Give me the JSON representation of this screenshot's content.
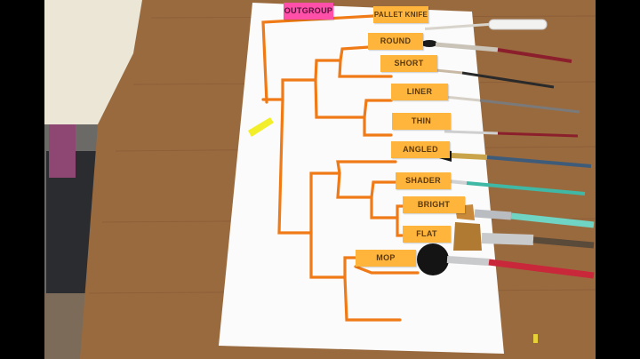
{
  "colors": {
    "letterbox": "#000000",
    "table": "#9a6a3f",
    "paper": "#ffffff",
    "tree_line": "#f07a16",
    "label_orange": "#ffb43c",
    "label_pink": "#ff4fa8",
    "sticky_yellow": "#f2ef2a",
    "wall": "#e9e4d4"
  },
  "outgroup_label": "OUTGROUP",
  "brush_labels": [
    {
      "id": "pallet-knife",
      "text": "PALLET KNIFE"
    },
    {
      "id": "round",
      "text": "ROUND"
    },
    {
      "id": "short",
      "text": "SHORT"
    },
    {
      "id": "liner",
      "text": "LINER"
    },
    {
      "id": "thin",
      "text": "THIN"
    },
    {
      "id": "angled",
      "text": "ANGLED"
    },
    {
      "id": "shader",
      "text": "SHADER"
    },
    {
      "id": "bright",
      "text": "BRIGHT"
    },
    {
      "id": "flat",
      "text": "FLAT"
    },
    {
      "id": "mop",
      "text": "MOP"
    }
  ]
}
